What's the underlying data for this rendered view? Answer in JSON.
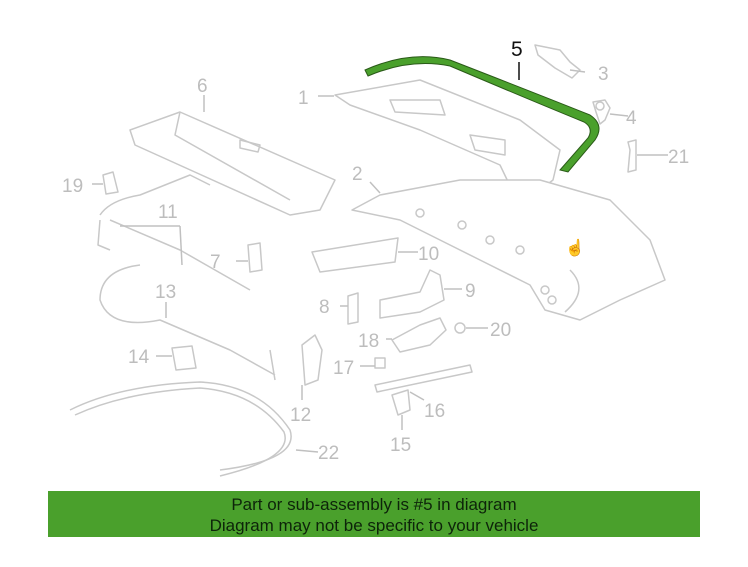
{
  "diagram": {
    "highlighted_part": "5",
    "highlight_color": "#4aa02c",
    "labels": [
      "1",
      "2",
      "3",
      "4",
      "5",
      "6",
      "7",
      "8",
      "9",
      "10",
      "11",
      "12",
      "13",
      "14",
      "15",
      "16",
      "17",
      "18",
      "19",
      "20",
      "21",
      "22"
    ]
  },
  "banner": {
    "line1": "Part or sub-assembly is #5 in diagram",
    "line2": "Diagram may not be specific to your vehicle"
  }
}
